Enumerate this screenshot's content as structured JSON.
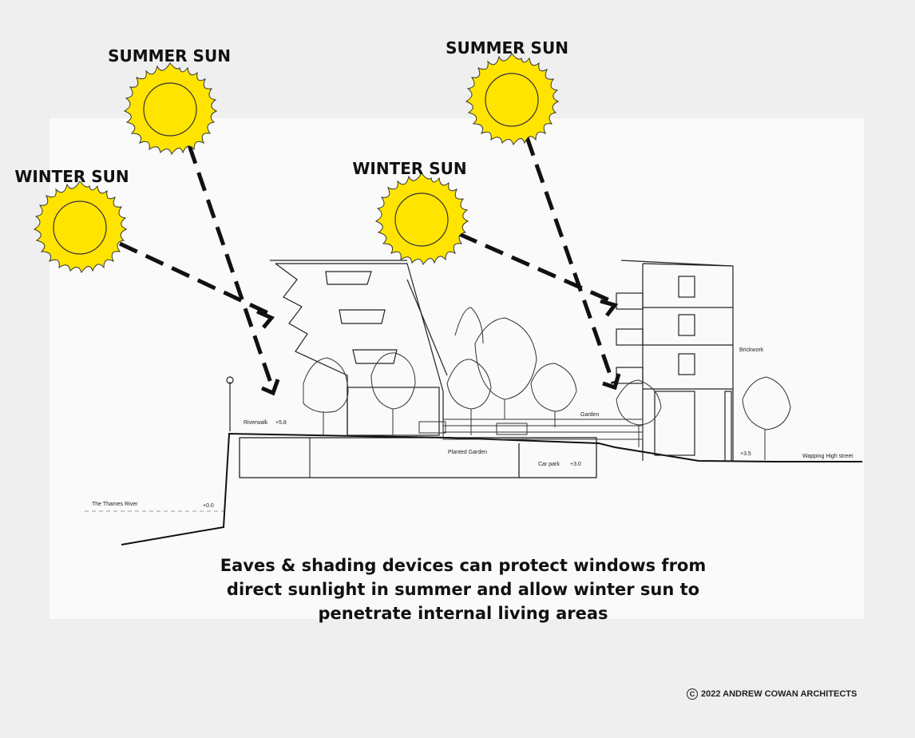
{
  "labels": {
    "summer_sun_left": "SUMMER SUN",
    "winter_sun_left": "WINTER SUN",
    "winter_sun_right": "WINTER SUN",
    "summer_sun_right": "SUMMER SUN"
  },
  "drawing_labels": {
    "riverwalk": "Riverwalk",
    "riverwalk_level": "+5.8",
    "thames": "The Thames River",
    "thames_level": "+0.0",
    "planted_garden": "Planted Garden",
    "car_park": "Car park",
    "car_park_level": "+3.0",
    "garden": "Garden",
    "brickwork": "Brickwork",
    "street_level": "+3.5",
    "street": "Wapping High street"
  },
  "caption": {
    "line1": "Eaves & shading devices can protect windows from",
    "line2": "direct sunlight in summer and allow winter sun to",
    "line3": "penetrate internal living areas"
  },
  "copyright": {
    "symbol": "C",
    "text": "2022 ANDREW COWAN ARCHITECTS"
  },
  "colors": {
    "sun": "#ffe400",
    "ink": "#111111"
  }
}
